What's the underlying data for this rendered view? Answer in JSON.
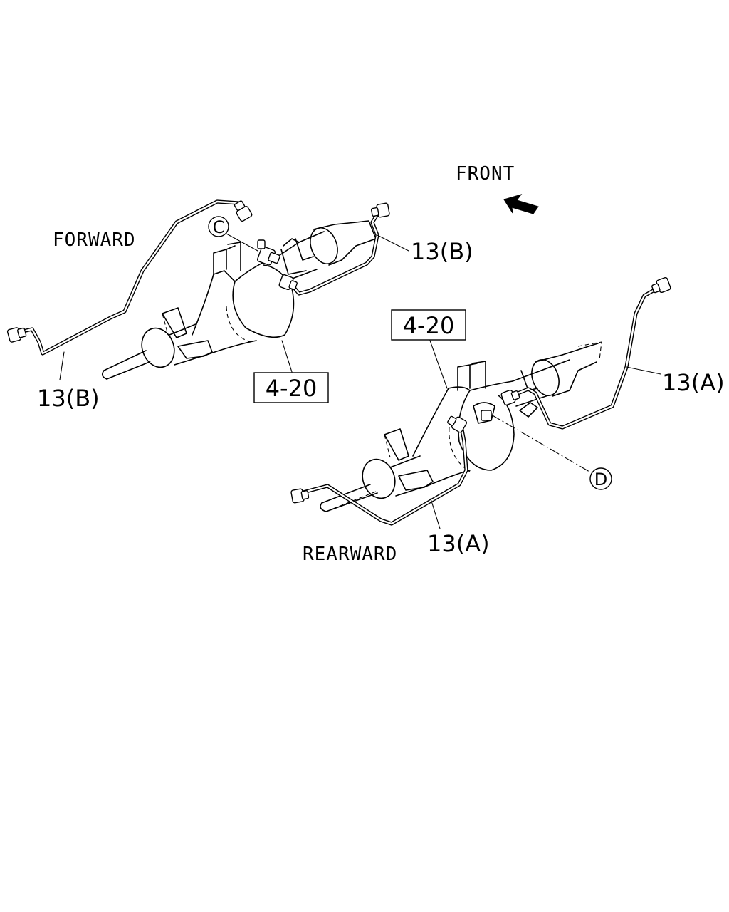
{
  "labels": {
    "front": "FRONT",
    "forward": "FORWARD",
    "rearward": "REARWARD",
    "pipe_13b_top": "13(B)",
    "pipe_13b_left": "13(B)",
    "pipe_13a_right": "13(A)",
    "pipe_13a_bottom": "13(A)",
    "ref_box_lower": "4-20",
    "ref_box_upper": "4-20",
    "callout_c": "C",
    "callout_d": "D"
  },
  "icons": {
    "front_arrow": "arrow-up-left-icon"
  }
}
